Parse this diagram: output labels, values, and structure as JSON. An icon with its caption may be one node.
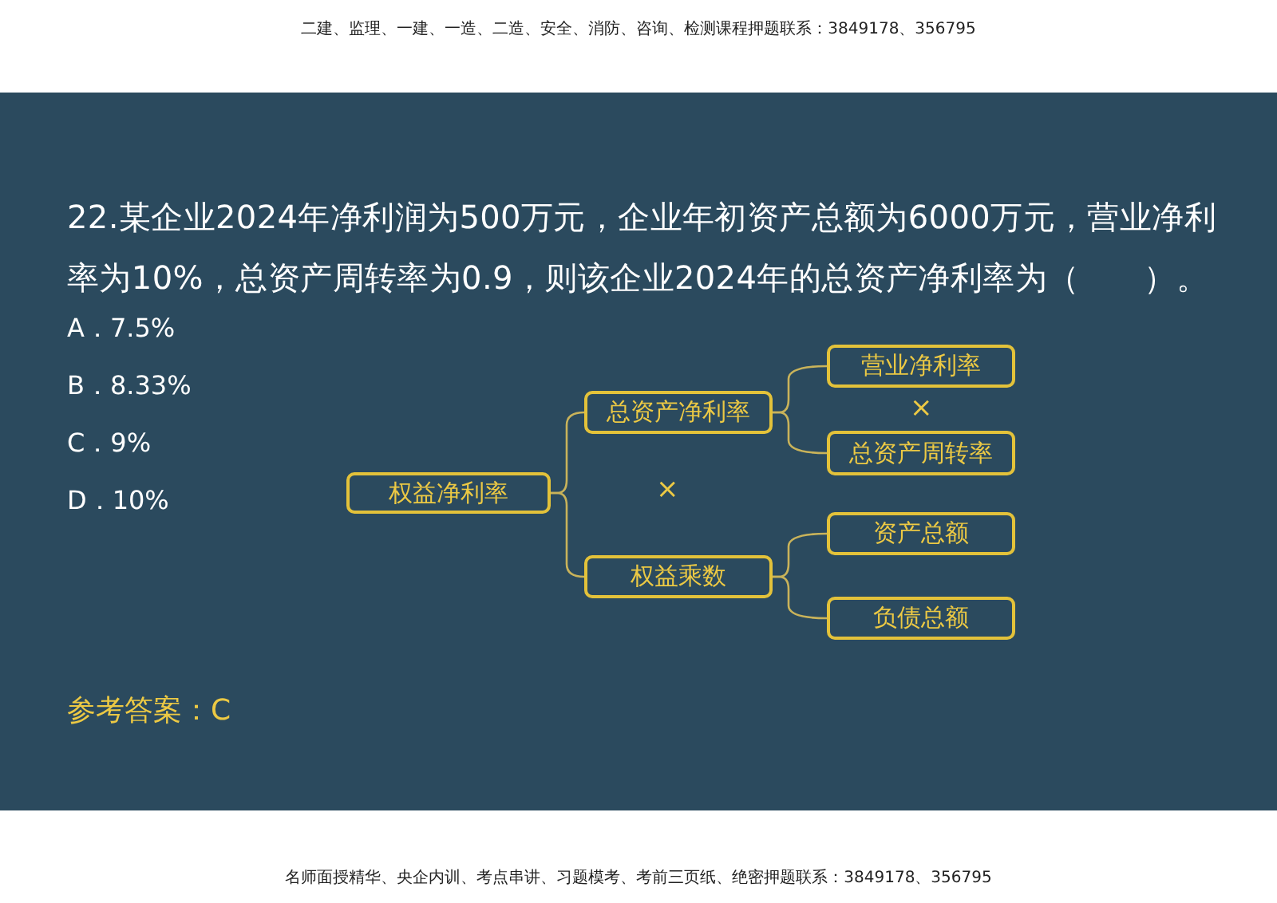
{
  "diagram": {
    "title": "22.某企业2024年净利润为500万元，企业年初资产总额为6000万元，营业净利率为10%，总资产周转率为0.9，则该企业2024年的总资产净利率为（　　）。",
    "nodes": [
      {
        "text": [
          "权益净利率"
        ]
      },
      {
        "text": [
          "总资产净利率"
        ]
      },
      {
        "text": [
          "权益乘数"
        ]
      },
      {
        "text": [
          "营业净利率"
        ]
      },
      {
        "text": [
          "总资产周转率"
        ]
      },
      {
        "text": [
          "资产总额"
        ]
      },
      {
        "text": [
          "负债总额"
        ]
      }
    ],
    "edges": [
      {
        "from": 0,
        "to": 1,
        "arrow": "none"
      },
      {
        "from": 0,
        "to": 2,
        "arrow": "none"
      },
      {
        "from": 1,
        "to": 3,
        "arrow": "none"
      },
      {
        "from": 1,
        "to": 4,
        "arrow": "none"
      },
      {
        "from": 2,
        "to": 5,
        "arrow": "none"
      },
      {
        "from": 2,
        "to": 6,
        "arrow": "none"
      }
    ],
    "labels": [
      "二建、监理、一建、一造、二造、安全、消防、咨询、检测课程押题联系：3849178、356795",
      "A．7.5%",
      "B．8.33%",
      "C．9%",
      "D．10%",
      "×",
      "×",
      "参考答案：C",
      "名师面授精华、央企内训、考点串讲、习题模考、考前三页纸、绝密押题联系：3849178、356795"
    ]
  }
}
